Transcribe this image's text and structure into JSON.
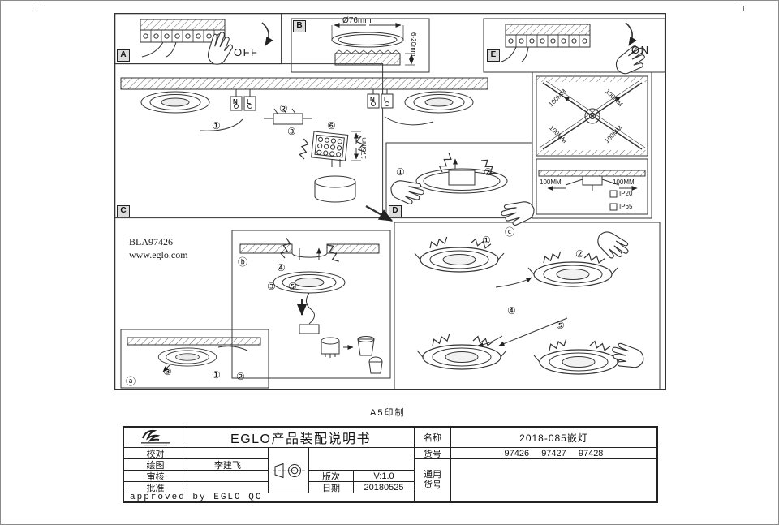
{
  "page": {
    "a5_note": "A5印制"
  },
  "drawing": {
    "panel_labels": {
      "a": "A",
      "b": "B",
      "c": "C",
      "d": "D",
      "e": "E"
    },
    "labels": {
      "off": "OFF",
      "on": "ON",
      "diameter": "Ø76mm",
      "depth": "6-20mm",
      "product_code": "BLA97426",
      "website": "www.eglo.com",
      "dim_175": "175mm",
      "dim_100": "100MM",
      "ip20": "IP20",
      "ip65": "IP65",
      "neutral": "N",
      "live": "L"
    },
    "steps": {
      "n1": "①",
      "n2": "②",
      "n3": "③",
      "n4": "④",
      "n5": "⑤",
      "n6": "⑥",
      "sa": "ⓐ",
      "sb": "ⓑ",
      "sc": "ⓒ"
    }
  },
  "title_block": {
    "title": "EGLO产品装配说明书",
    "labels": {
      "proofread": "校对",
      "drawn": "绘图",
      "reviewed": "审核",
      "approved": "批准",
      "version": "版次",
      "date": "日期",
      "name": "名称",
      "item_no": "货号",
      "common_item_no": "通用货号"
    },
    "values": {
      "drawn_by": "李建飞",
      "version": "V:1.0",
      "date": "20180525",
      "name": "2018-085嵌灯",
      "item_no": "97426 97427 97428",
      "common_item_no": ""
    },
    "approved_note": "approved by EGLO QC"
  }
}
